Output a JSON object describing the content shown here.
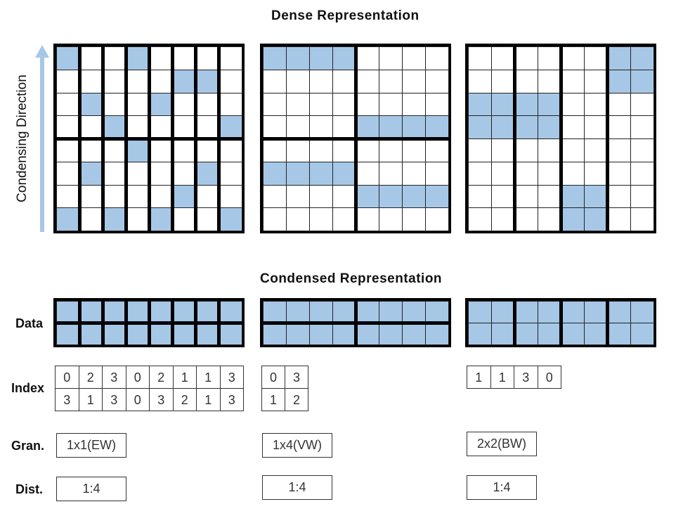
{
  "titles": {
    "dense": "Dense Representation",
    "condensed": "Condensed Representation",
    "direction": "Condensing Direction"
  },
  "row_labels": {
    "data": "Data",
    "index": "Index",
    "gran": "Gran.",
    "dist": "Dist."
  },
  "colors": {
    "filled": "#a7c7e7",
    "border": "#000000"
  },
  "panels": [
    {
      "id": "ew",
      "dense": [
        [
          1,
          0,
          0,
          1,
          0,
          0,
          0,
          0
        ],
        [
          0,
          0,
          0,
          0,
          0,
          1,
          1,
          0
        ],
        [
          0,
          1,
          0,
          0,
          1,
          0,
          0,
          0
        ],
        [
          0,
          0,
          1,
          0,
          0,
          0,
          0,
          1
        ],
        [
          0,
          0,
          0,
          1,
          0,
          0,
          0,
          0
        ],
        [
          0,
          1,
          0,
          0,
          0,
          0,
          1,
          0
        ],
        [
          0,
          0,
          0,
          0,
          0,
          1,
          0,
          0
        ],
        [
          1,
          0,
          1,
          0,
          1,
          0,
          0,
          1
        ]
      ],
      "index": [
        [
          "0",
          "2",
          "3",
          "0",
          "2",
          "1",
          "1",
          "3"
        ],
        [
          "3",
          "1",
          "3",
          "0",
          "3",
          "2",
          "1",
          "3"
        ]
      ],
      "gran": "1x1(EW)",
      "dist": "1:4"
    },
    {
      "id": "vw",
      "dense": [
        [
          1,
          1,
          1,
          1,
          0,
          0,
          0,
          0
        ],
        [
          0,
          0,
          0,
          0,
          0,
          0,
          0,
          0
        ],
        [
          0,
          0,
          0,
          0,
          0,
          0,
          0,
          0
        ],
        [
          0,
          0,
          0,
          0,
          1,
          1,
          1,
          1
        ],
        [
          0,
          0,
          0,
          0,
          0,
          0,
          0,
          0
        ],
        [
          1,
          1,
          1,
          1,
          0,
          0,
          0,
          0
        ],
        [
          0,
          0,
          0,
          0,
          1,
          1,
          1,
          1
        ],
        [
          0,
          0,
          0,
          0,
          0,
          0,
          0,
          0
        ]
      ],
      "index": [
        [
          "0",
          "3"
        ],
        [
          "1",
          "2"
        ]
      ],
      "gran": "1x4(VW)",
      "dist": "1:4"
    },
    {
      "id": "bw",
      "dense": [
        [
          0,
          0,
          0,
          0,
          0,
          0,
          1,
          1
        ],
        [
          0,
          0,
          0,
          0,
          0,
          0,
          1,
          1
        ],
        [
          1,
          1,
          1,
          1,
          0,
          0,
          0,
          0
        ],
        [
          1,
          1,
          1,
          1,
          0,
          0,
          0,
          0
        ],
        [
          0,
          0,
          0,
          0,
          0,
          0,
          0,
          0
        ],
        [
          0,
          0,
          0,
          0,
          0,
          0,
          0,
          0
        ],
        [
          0,
          0,
          0,
          0,
          1,
          1,
          0,
          0
        ],
        [
          0,
          0,
          0,
          0,
          1,
          1,
          0,
          0
        ]
      ],
      "index": [
        [
          "1",
          "1",
          "3",
          "0"
        ]
      ],
      "gran": "2x2(BW)",
      "dist": "1:4"
    }
  ]
}
